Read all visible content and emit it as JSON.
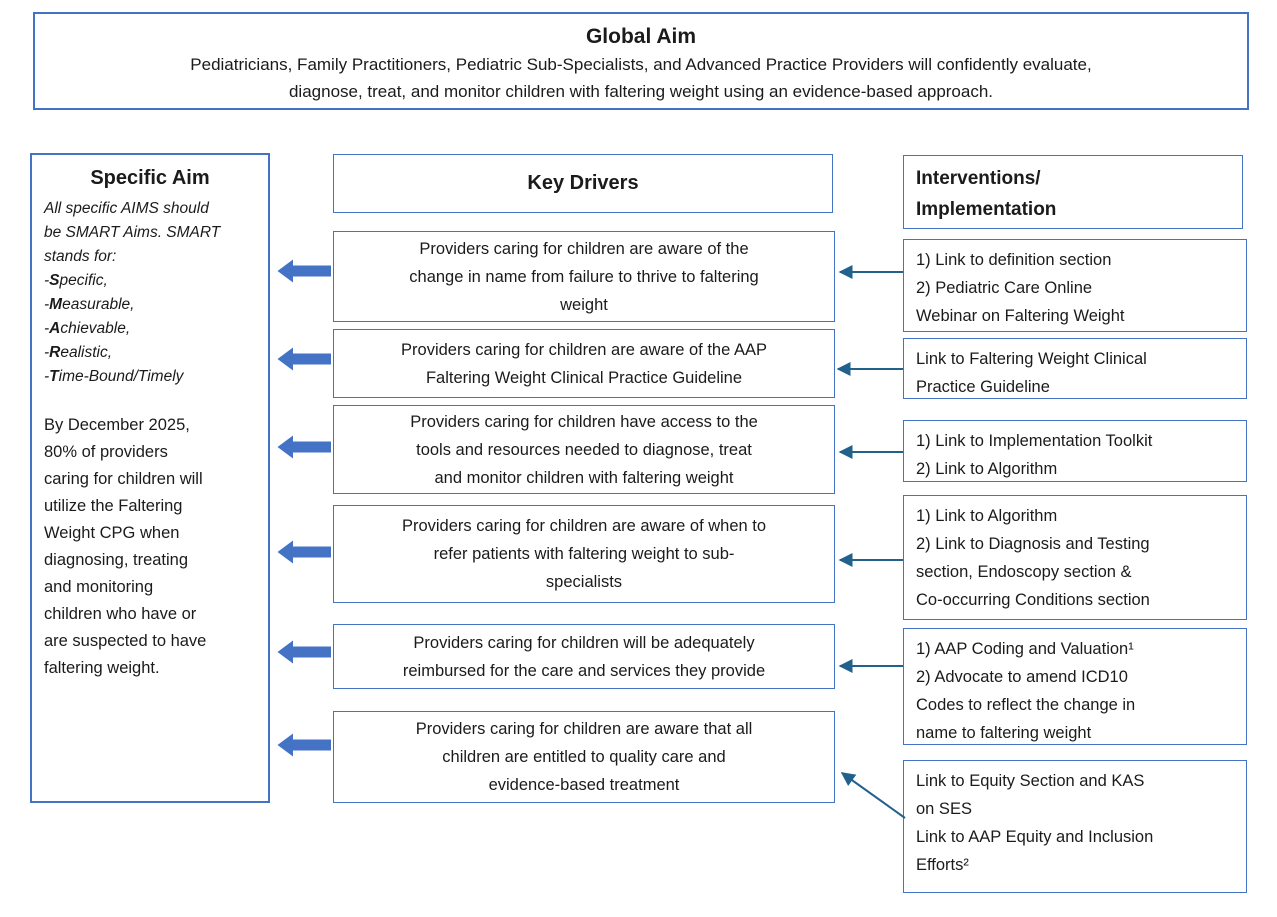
{
  "colors": {
    "box_border": "#4472C4",
    "block_arrow": "#4472C4",
    "connector": "#21618C",
    "text": "#1B1B1B"
  },
  "global_aim": {
    "title": "Global Aim",
    "body": [
      "Pediatricians, Family Practitioners, Pediatric Sub-Specialists, and Advanced Practice Providers will confidently evaluate,",
      "diagnose, treat, and monitor children with faltering weight using an evidence-based approach."
    ]
  },
  "specific_aim": {
    "title": "Specific Aim",
    "intro": [
      "All specific AIMS should",
      "be SMART Aims. SMART",
      "stands for:"
    ],
    "smart_dash": "-",
    "smart_items": [
      {
        "bold": "S",
        "rest": "pecific,"
      },
      {
        "bold": "M",
        "rest": "easurable,"
      },
      {
        "bold": "A",
        "rest": "chievable,"
      },
      {
        "bold": "R",
        "rest": "ealistic,"
      },
      {
        "bold": "T",
        "rest": "ime-Bound/Timely"
      }
    ],
    "statement": [
      "By December 2025,",
      "80% of providers",
      "caring for children will",
      "utilize the Faltering",
      "Weight CPG when",
      "diagnosing, treating",
      "and monitoring",
      "children who have or",
      "are suspected to have",
      "faltering weight."
    ]
  },
  "key_drivers": {
    "title": "Key Drivers",
    "items": [
      [
        "Providers caring for children are aware of the",
        "change in name from failure to thrive to faltering",
        "weight"
      ],
      [
        "Providers caring for children are aware of the AAP",
        "Faltering Weight Clinical Practice Guideline"
      ],
      [
        "Providers caring for children have access to the",
        "tools and resources needed to diagnose, treat",
        "and monitor children with faltering weight"
      ],
      [
        "Providers caring for children are aware of when to",
        "refer patients with faltering weight to sub-",
        "specialists"
      ],
      [
        "Providers caring for children will be adequately",
        "reimbursed for the care and services they provide"
      ],
      [
        "Providers caring for children are aware that all",
        "children are entitled to quality care and",
        "evidence-based treatment"
      ]
    ]
  },
  "interventions": {
    "title": [
      "Interventions/",
      "Implementation"
    ],
    "items": [
      [
        "1) Link to definition section",
        "2) Pediatric Care Online",
        "Webinar on Faltering Weight"
      ],
      [
        "Link to Faltering Weight Clinical",
        "Practice Guideline"
      ],
      [
        "1) Link to Implementation Toolkit",
        "2) Link to Algorithm"
      ],
      [
        "1) Link to Algorithm",
        "2) Link to Diagnosis and Testing",
        "section, Endoscopy section &",
        "Co-occurring Conditions section"
      ],
      [
        "1) AAP Coding and Valuation¹",
        "2) Advocate to amend ICD10",
        "Codes to reflect the change in",
        "name to faltering weight"
      ],
      [
        "Link to Equity Section and KAS",
        "on SES",
        "Link to AAP Equity and Inclusion",
        "Efforts²"
      ]
    ]
  }
}
